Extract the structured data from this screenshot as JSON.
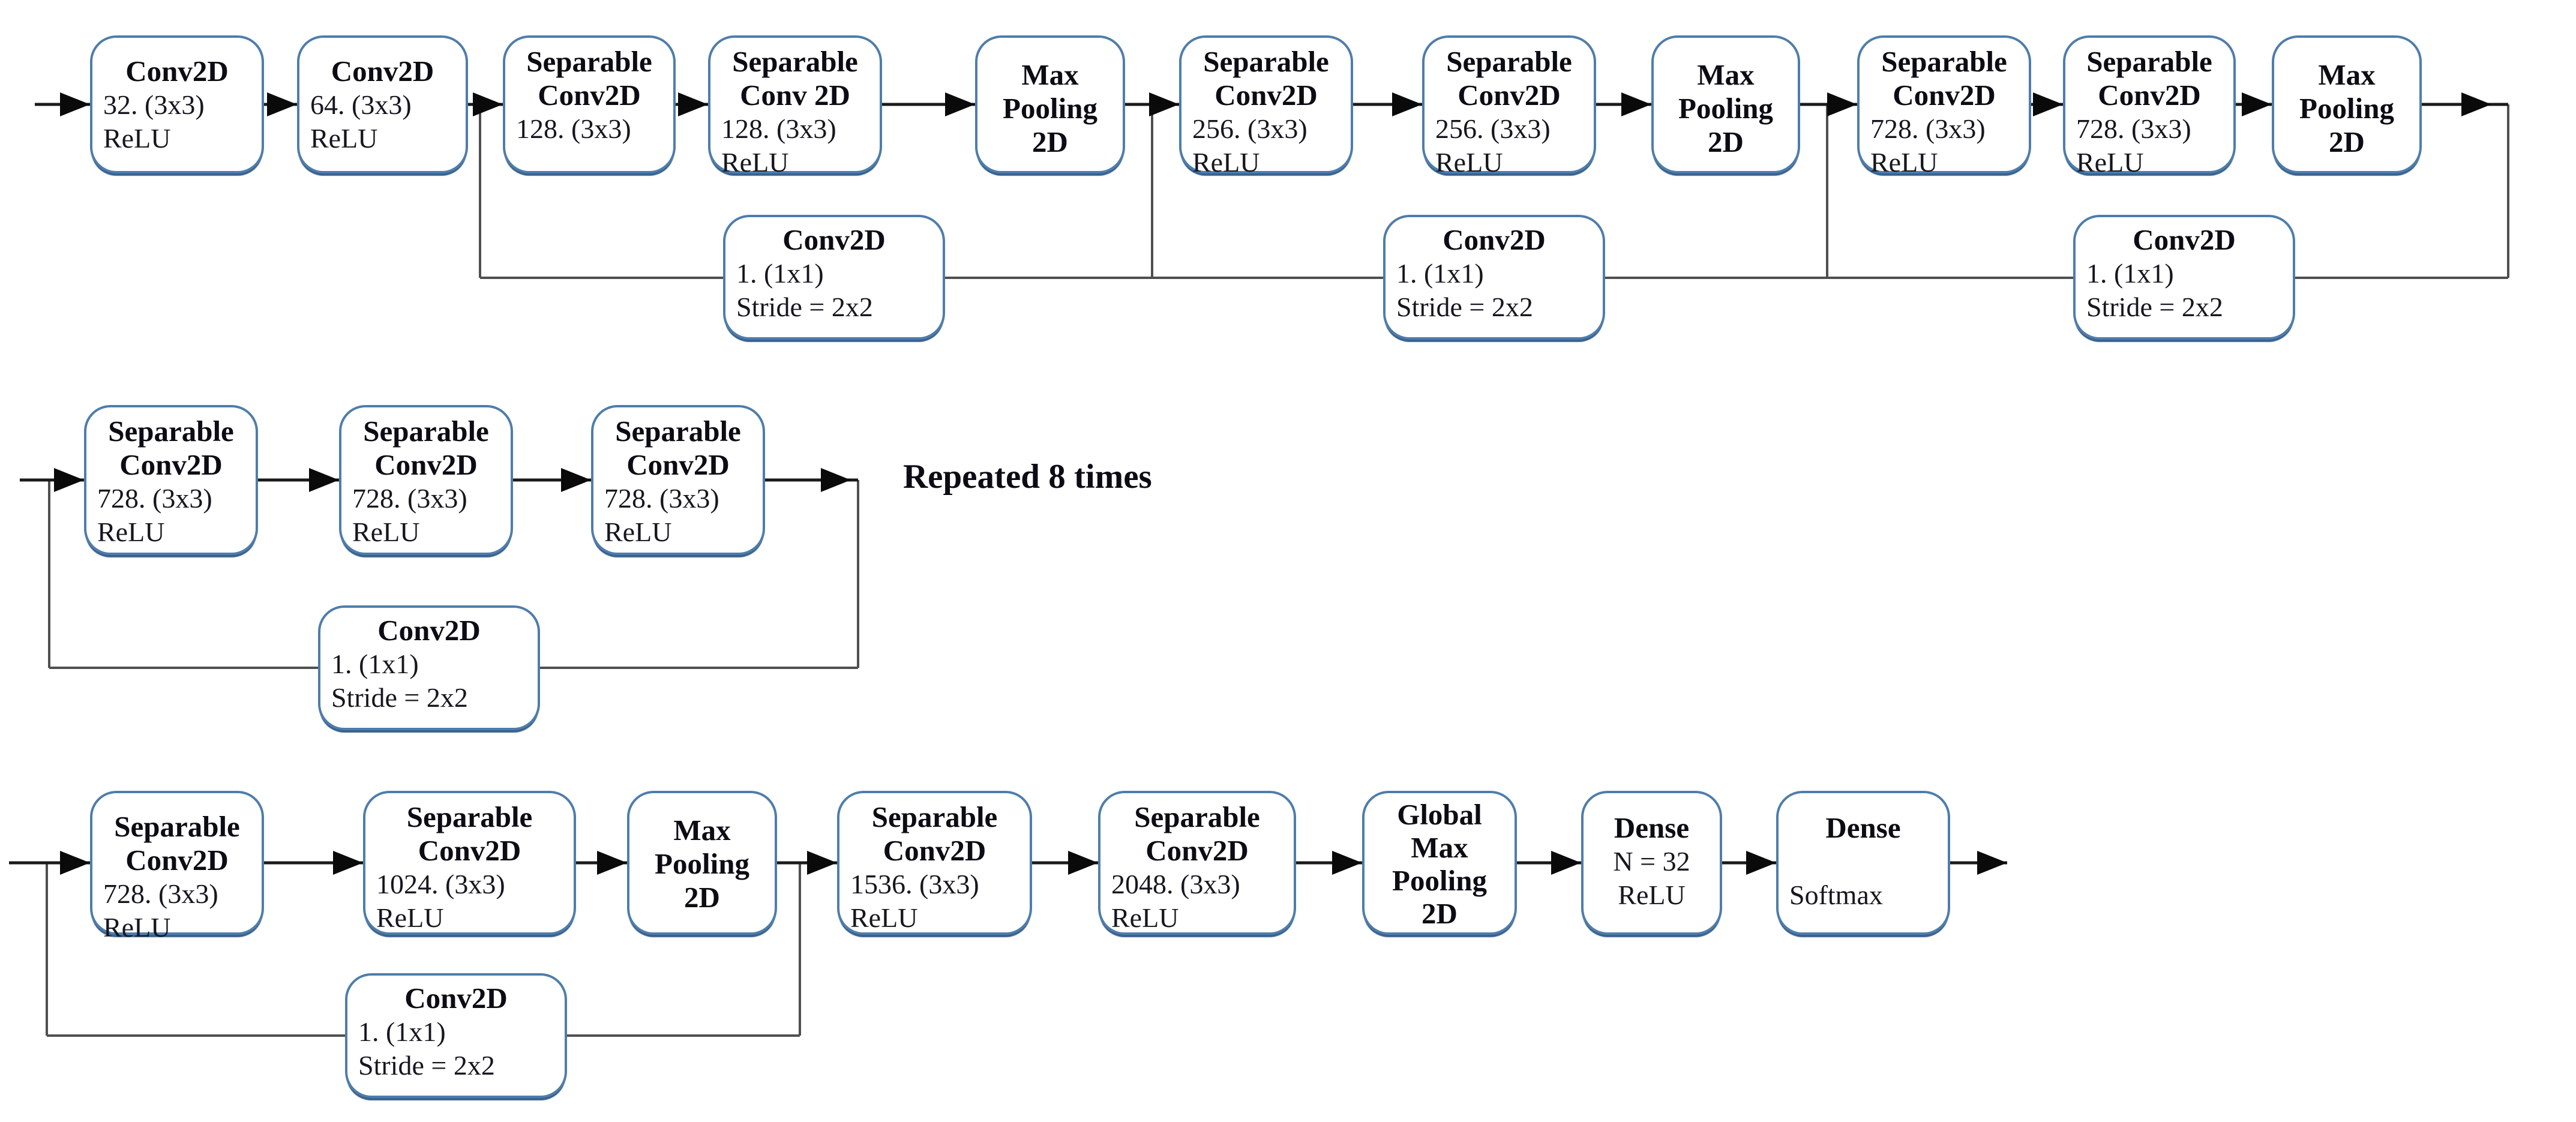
{
  "palette": {
    "background": "#ffffff",
    "box_border": "#4e7dab",
    "box_shadow": "#3a618c",
    "flow_line": "#1a1a1a",
    "rail_line": "#4f4f4f",
    "arrowhead": "#0a0a0a",
    "title_text": "#0c0c14",
    "sub_text": "#16161f"
  },
  "rows": [
    {
      "name": "entry-flow",
      "boxes": [
        {
          "key": "conv2d-32",
          "title_lines": [
            "Conv2D"
          ],
          "sub_lines": [
            "32. (3x3)",
            "ReLU"
          ]
        },
        {
          "key": "conv2d-64",
          "title_lines": [
            "Conv2D"
          ],
          "sub_lines": [
            "64. (3x3)",
            "ReLU"
          ]
        },
        {
          "key": "separable-conv2d-128",
          "title_lines": [
            "Separable",
            "Conv2D"
          ],
          "sub_lines": [
            "128. (3x3)"
          ]
        },
        {
          "key": "separable-conv2d-128-relu",
          "title_lines": [
            "Separable",
            "Conv 2D"
          ],
          "sub_lines": [
            "128. (3x3)",
            "ReLU"
          ]
        },
        {
          "key": "max-pooling-2d-1",
          "title_lines": [
            "Max",
            "Pooling",
            "2D"
          ],
          "sub_lines": []
        },
        {
          "key": "separable-conv2d-256-1",
          "title_lines": [
            "Separable",
            "Conv2D"
          ],
          "sub_lines": [
            "256. (3x3)",
            "ReLU"
          ]
        },
        {
          "key": "separable-conv2d-256-2",
          "title_lines": [
            "Separable",
            "Conv2D"
          ],
          "sub_lines": [
            "256. (3x3)",
            "ReLU"
          ]
        },
        {
          "key": "max-pooling-2d-2",
          "title_lines": [
            "Max",
            "Pooling",
            "2D"
          ],
          "sub_lines": []
        },
        {
          "key": "separable-conv2d-728-1",
          "title_lines": [
            "Separable",
            "Conv2D"
          ],
          "sub_lines": [
            "728. (3x3)",
            "ReLU"
          ]
        },
        {
          "key": "separable-conv2d-728-2",
          "title_lines": [
            "Separable",
            "Conv2D"
          ],
          "sub_lines": [
            "728. (3x3)",
            "ReLU"
          ]
        },
        {
          "key": "max-pooling-2d-3",
          "title_lines": [
            "Max",
            "Pooling",
            "2D"
          ],
          "sub_lines": []
        }
      ],
      "skip_boxes": [
        {
          "key": "residual-conv2d-1",
          "title_lines": [
            "Conv2D"
          ],
          "sub_lines": [
            "1. (1x1)",
            "Stride = 2x2"
          ]
        },
        {
          "key": "residual-conv2d-2",
          "title_lines": [
            "Conv2D"
          ],
          "sub_lines": [
            "1. (1x1)",
            "Stride = 2x2"
          ]
        },
        {
          "key": "residual-conv2d-3",
          "title_lines": [
            "Conv2D"
          ],
          "sub_lines": [
            "1. (1x1)",
            "Stride = 2x2"
          ]
        }
      ]
    },
    {
      "name": "middle-flow",
      "repeat_label": "Repeated 8 times",
      "boxes": [
        {
          "key": "separable-conv2d-728-m1",
          "title_lines": [
            "Separable",
            "Conv2D"
          ],
          "sub_lines": [
            "728. (3x3)",
            "ReLU"
          ]
        },
        {
          "key": "separable-conv2d-728-m2",
          "title_lines": [
            "Separable",
            "Conv2D"
          ],
          "sub_lines": [
            "728. (3x3)",
            "ReLU"
          ]
        },
        {
          "key": "separable-conv2d-728-m3",
          "title_lines": [
            "Separable",
            "Conv2D"
          ],
          "sub_lines": [
            "728. (3x3)",
            "ReLU"
          ]
        }
      ],
      "skip_boxes": [
        {
          "key": "residual-conv2d-4",
          "title_lines": [
            "Conv2D"
          ],
          "sub_lines": [
            "1. (1x1)",
            "Stride = 2x2"
          ]
        }
      ]
    },
    {
      "name": "exit-flow",
      "boxes": [
        {
          "key": "separable-conv2d-728-e",
          "title_lines": [
            "Separable",
            "Conv2D"
          ],
          "sub_lines": [
            "728. (3x3)",
            "ReLU"
          ]
        },
        {
          "key": "separable-conv2d-1024",
          "title_lines": [
            "Separable",
            "Conv2D"
          ],
          "sub_lines": [
            "1024. (3x3)",
            "ReLU"
          ]
        },
        {
          "key": "max-pooling-2d-4",
          "title_lines": [
            "Max",
            "Pooling",
            "2D"
          ],
          "sub_lines": []
        },
        {
          "key": "separable-conv2d-1536",
          "title_lines": [
            "Separable",
            "Conv2D"
          ],
          "sub_lines": [
            "1536. (3x3)",
            "ReLU"
          ]
        },
        {
          "key": "separable-conv2d-2048",
          "title_lines": [
            "Separable",
            "Conv2D"
          ],
          "sub_lines": [
            "2048. (3x3)",
            "ReLU"
          ]
        },
        {
          "key": "global-max-pooling-2d",
          "title_lines": [
            "Global",
            "Max",
            "Pooling",
            "2D"
          ],
          "sub_lines": []
        },
        {
          "key": "dense-n32",
          "title_lines": [
            "Dense"
          ],
          "sub_lines": [
            "N = 32",
            "ReLU"
          ]
        },
        {
          "key": "dense-softmax",
          "title_lines": [
            "Dense"
          ],
          "sub_lines": [
            "",
            "Softmax"
          ]
        }
      ],
      "skip_boxes": [
        {
          "key": "residual-conv2d-5",
          "title_lines": [
            "Conv2D"
          ],
          "sub_lines": [
            "1. (1x1)",
            "Stride = 2x2"
          ]
        }
      ]
    }
  ]
}
